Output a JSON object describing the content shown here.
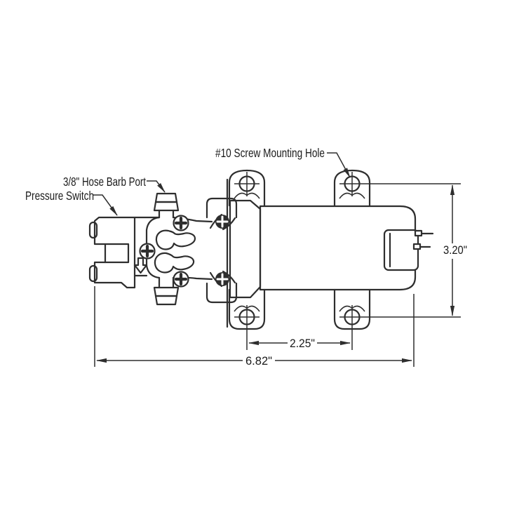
{
  "drawing": {
    "type": "technical-line-drawing",
    "subject": "diaphragm pump, top view with mounting dimensions",
    "labels": {
      "screw_hole": "#10 Screw Mounting Hole",
      "hose_barb": "3/8\" Hose Barb Port",
      "pressure_switch": "Pressure Switch"
    },
    "dimensions": {
      "height": "3.20\"",
      "hole_spacing": "2.25\"",
      "overall_length": "6.82\""
    },
    "colors": {
      "line": "#2e2e2e",
      "text": "#1a1a1a",
      "background": "#ffffff"
    }
  }
}
